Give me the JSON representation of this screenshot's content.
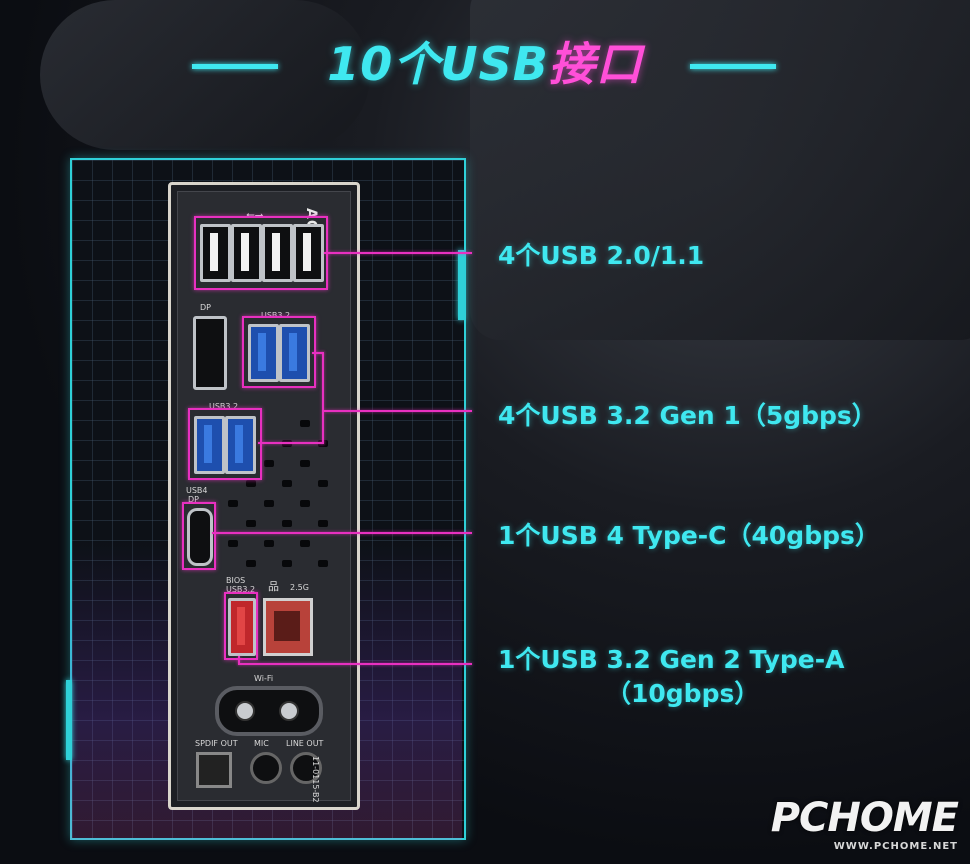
{
  "title": {
    "prefix": "10个USB",
    "suffix": "接口"
  },
  "io_labels": {
    "dp": "DP",
    "usb32_top": "USB3.2",
    "usb32_mid": "USB3.2",
    "usb4": "USB4",
    "usb4_sub": "DP",
    "bios": "BIOS",
    "usb32_bios": "USB3.2",
    "lan": "2.5G",
    "wifi": "Wi-Fi",
    "spdif": "SPDIF OUT",
    "mic": "MIC",
    "lineout": "LINE OUT",
    "part_no": "11-0115-B2",
    "brand": "AORUS"
  },
  "callouts": {
    "usb2": "4个USB 2.0/1.1",
    "usb32g1": "4个USB 3.2 Gen 1（5gbps）",
    "usb4": "1个USB 4 Type-C（40gbps）",
    "usb32g2_line1": "1个USB 3.2 Gen 2 Type-A",
    "usb32g2_line2": "（10gbps）"
  },
  "watermark": {
    "logo": "PCHOME",
    "url": "WWW.PCHOME.NET"
  },
  "colors": {
    "accent_cyan": "#3fe8f0",
    "highlight_magenta": "#e830c0",
    "usb3_blue": "#1e4fae",
    "usb_red": "#c0272b"
  }
}
